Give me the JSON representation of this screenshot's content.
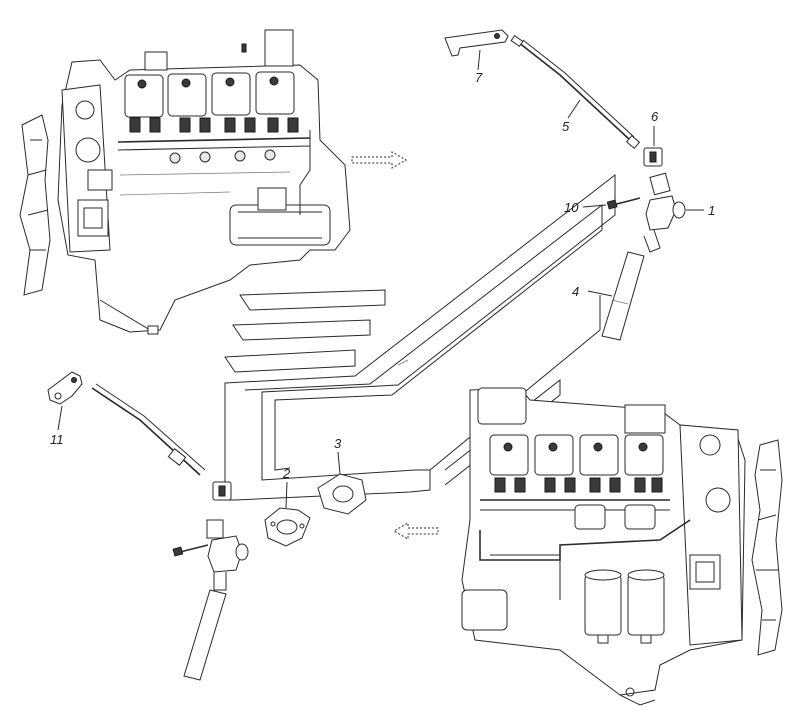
{
  "callouts": {
    "c1": "1",
    "c2": "2",
    "c3": "3",
    "c4": "4",
    "c5": "5",
    "c6": "6",
    "c7": "7",
    "c10": "10",
    "c11": "11"
  }
}
